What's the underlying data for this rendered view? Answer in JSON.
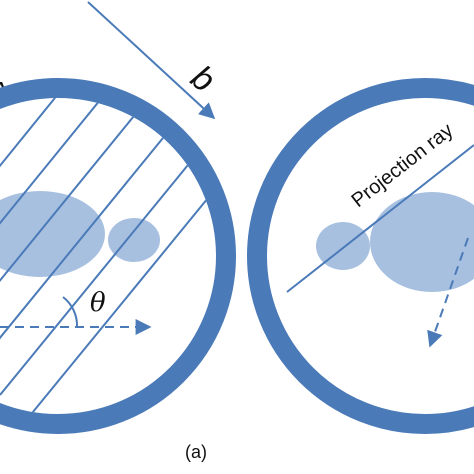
{
  "colors": {
    "ring": "#4a7ab8",
    "line": "#4a7ab8",
    "blob": "#a8c0e0",
    "text": "#111111"
  },
  "labels": {
    "letter_a": "A",
    "letter_b": "b",
    "theta": "θ",
    "projection_ray": "Projection ray",
    "caption": "(a)"
  }
}
